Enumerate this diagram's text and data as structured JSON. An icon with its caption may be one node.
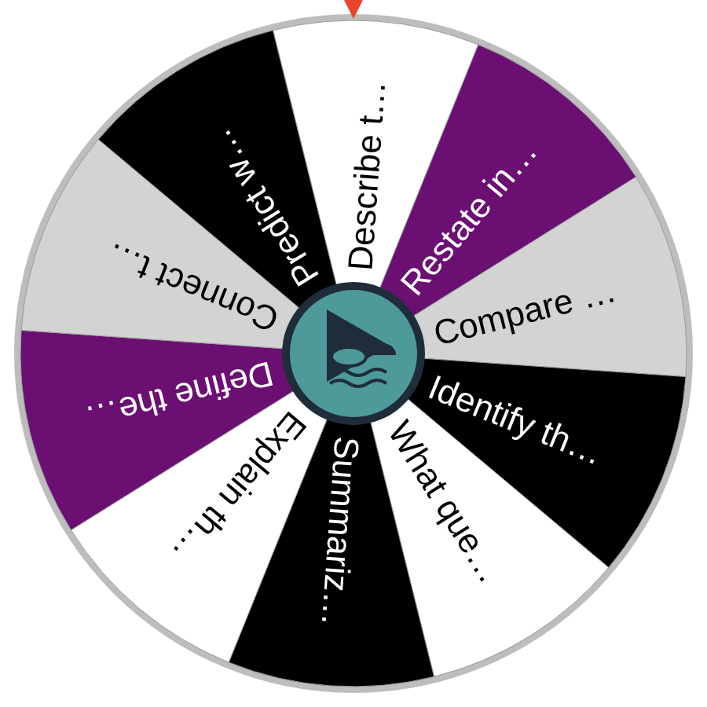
{
  "diagram": {
    "nodes": [
      {
        "text": [
          "Describe t…"
        ]
      },
      {
        "text": [
          "Restate in…"
        ]
      },
      {
        "text": [
          "Compare …"
        ]
      },
      {
        "text": [
          "Identify th…"
        ]
      },
      {
        "text": [
          "What que…"
        ]
      },
      {
        "text": [
          "Summariz…"
        ]
      },
      {
        "text": [
          "Explain th…"
        ]
      },
      {
        "text": [
          "Define the…"
        ]
      },
      {
        "text": [
          "Connect t…"
        ]
      },
      {
        "text": [
          "Predict w…"
        ]
      }
    ]
  }
}
